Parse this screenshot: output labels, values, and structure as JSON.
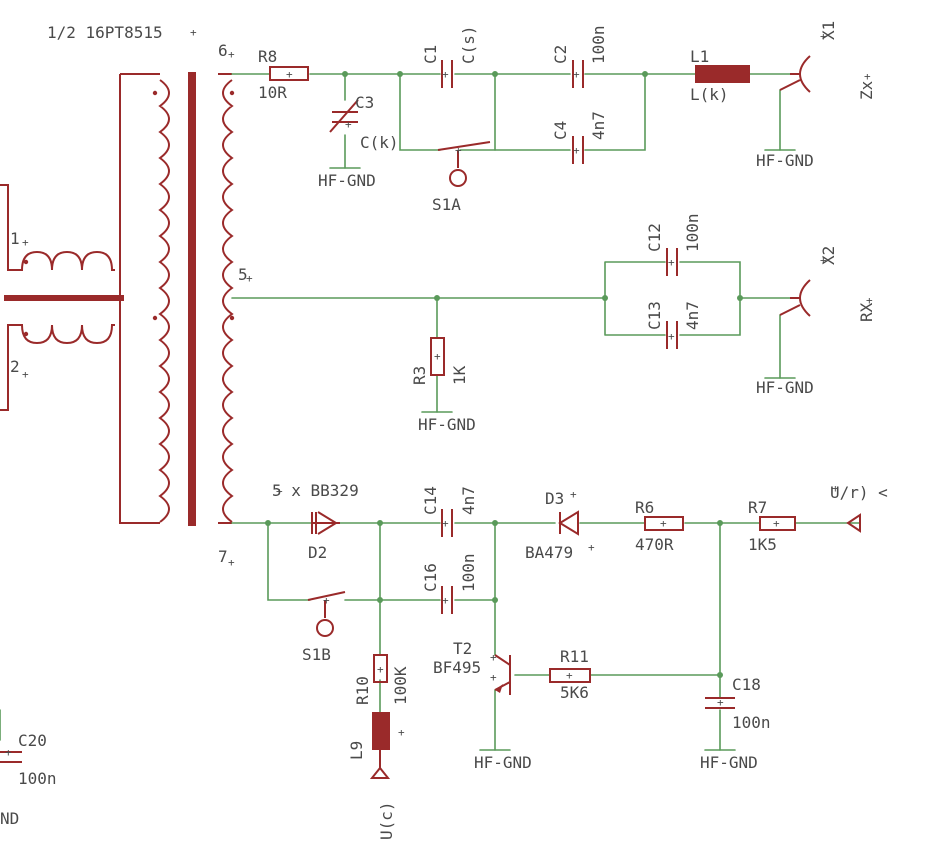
{
  "labels": {
    "title": "1/2 16PT8515",
    "pin6": "6",
    "pin5": "5",
    "pin7": "7",
    "pin1": "1",
    "pin2": "2",
    "r8": "R8",
    "r8v": "10R",
    "c3": "C3",
    "c3v": "C(k)",
    "c1": "C1",
    "c1v": "C(s)",
    "c2": "C2",
    "c2v": "100n",
    "c4": "C4",
    "c4v": "4n7",
    "l1": "L1",
    "l1v": "L(k)",
    "x1": "X1",
    "zx": "Zx",
    "hfgnd": "HF-GND",
    "s1a": "S1A",
    "c12": "C12",
    "c12v": "100n",
    "c13": "C13",
    "c13v": "4n7",
    "x2": "X2",
    "rx": "RX",
    "r3": "R3",
    "r3v": "1K",
    "d2n": "5 x BB329",
    "d2": "D2",
    "c14": "C14",
    "c14v": "4n7",
    "d3": "D3",
    "d3v": "BA479",
    "r6": "R6",
    "r6v": "470R",
    "r7": "R7",
    "r7v": "1K5",
    "ur": "U/r) <",
    "c16": "C16",
    "c16v": "100n",
    "s1b": "S1B",
    "t2": "T2",
    "t2v": "BF495",
    "r11": "R11",
    "r11v": "5K6",
    "c18": "C18",
    "c18v": "100n",
    "r10": "R10",
    "r10v": "100K",
    "l9": "L9",
    "uc": "U(c)",
    "c20": "C20",
    "c20v": "100n",
    "nd": "ND"
  }
}
